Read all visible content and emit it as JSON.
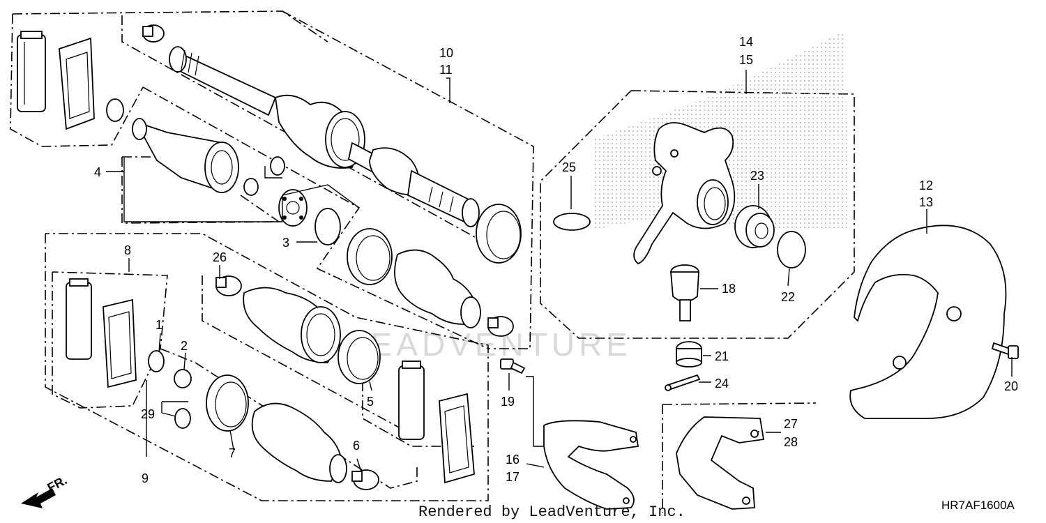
{
  "callouts": {
    "c1": "1",
    "c2": "2",
    "c3": "3",
    "c4": "4",
    "c5": "5",
    "c6": "6",
    "c7": "7",
    "c8": "8",
    "c9": "9",
    "c10": "10",
    "c11": "11",
    "c12": "12",
    "c13": "13",
    "c14": "14",
    "c15": "15",
    "c16": "16",
    "c17": "17",
    "c18": "18",
    "c19": "19",
    "c20": "20",
    "c21": "21",
    "c22": "22",
    "c23": "23",
    "c24": "24",
    "c25": "25",
    "c26": "26",
    "c27": "27",
    "c28": "28",
    "c29": "29"
  },
  "direction_label": "FR.",
  "watermark": "LEADVENTURE",
  "diagram_code": "HR7AF1600A",
  "credit": "Rendered by LeadVenture, Inc."
}
